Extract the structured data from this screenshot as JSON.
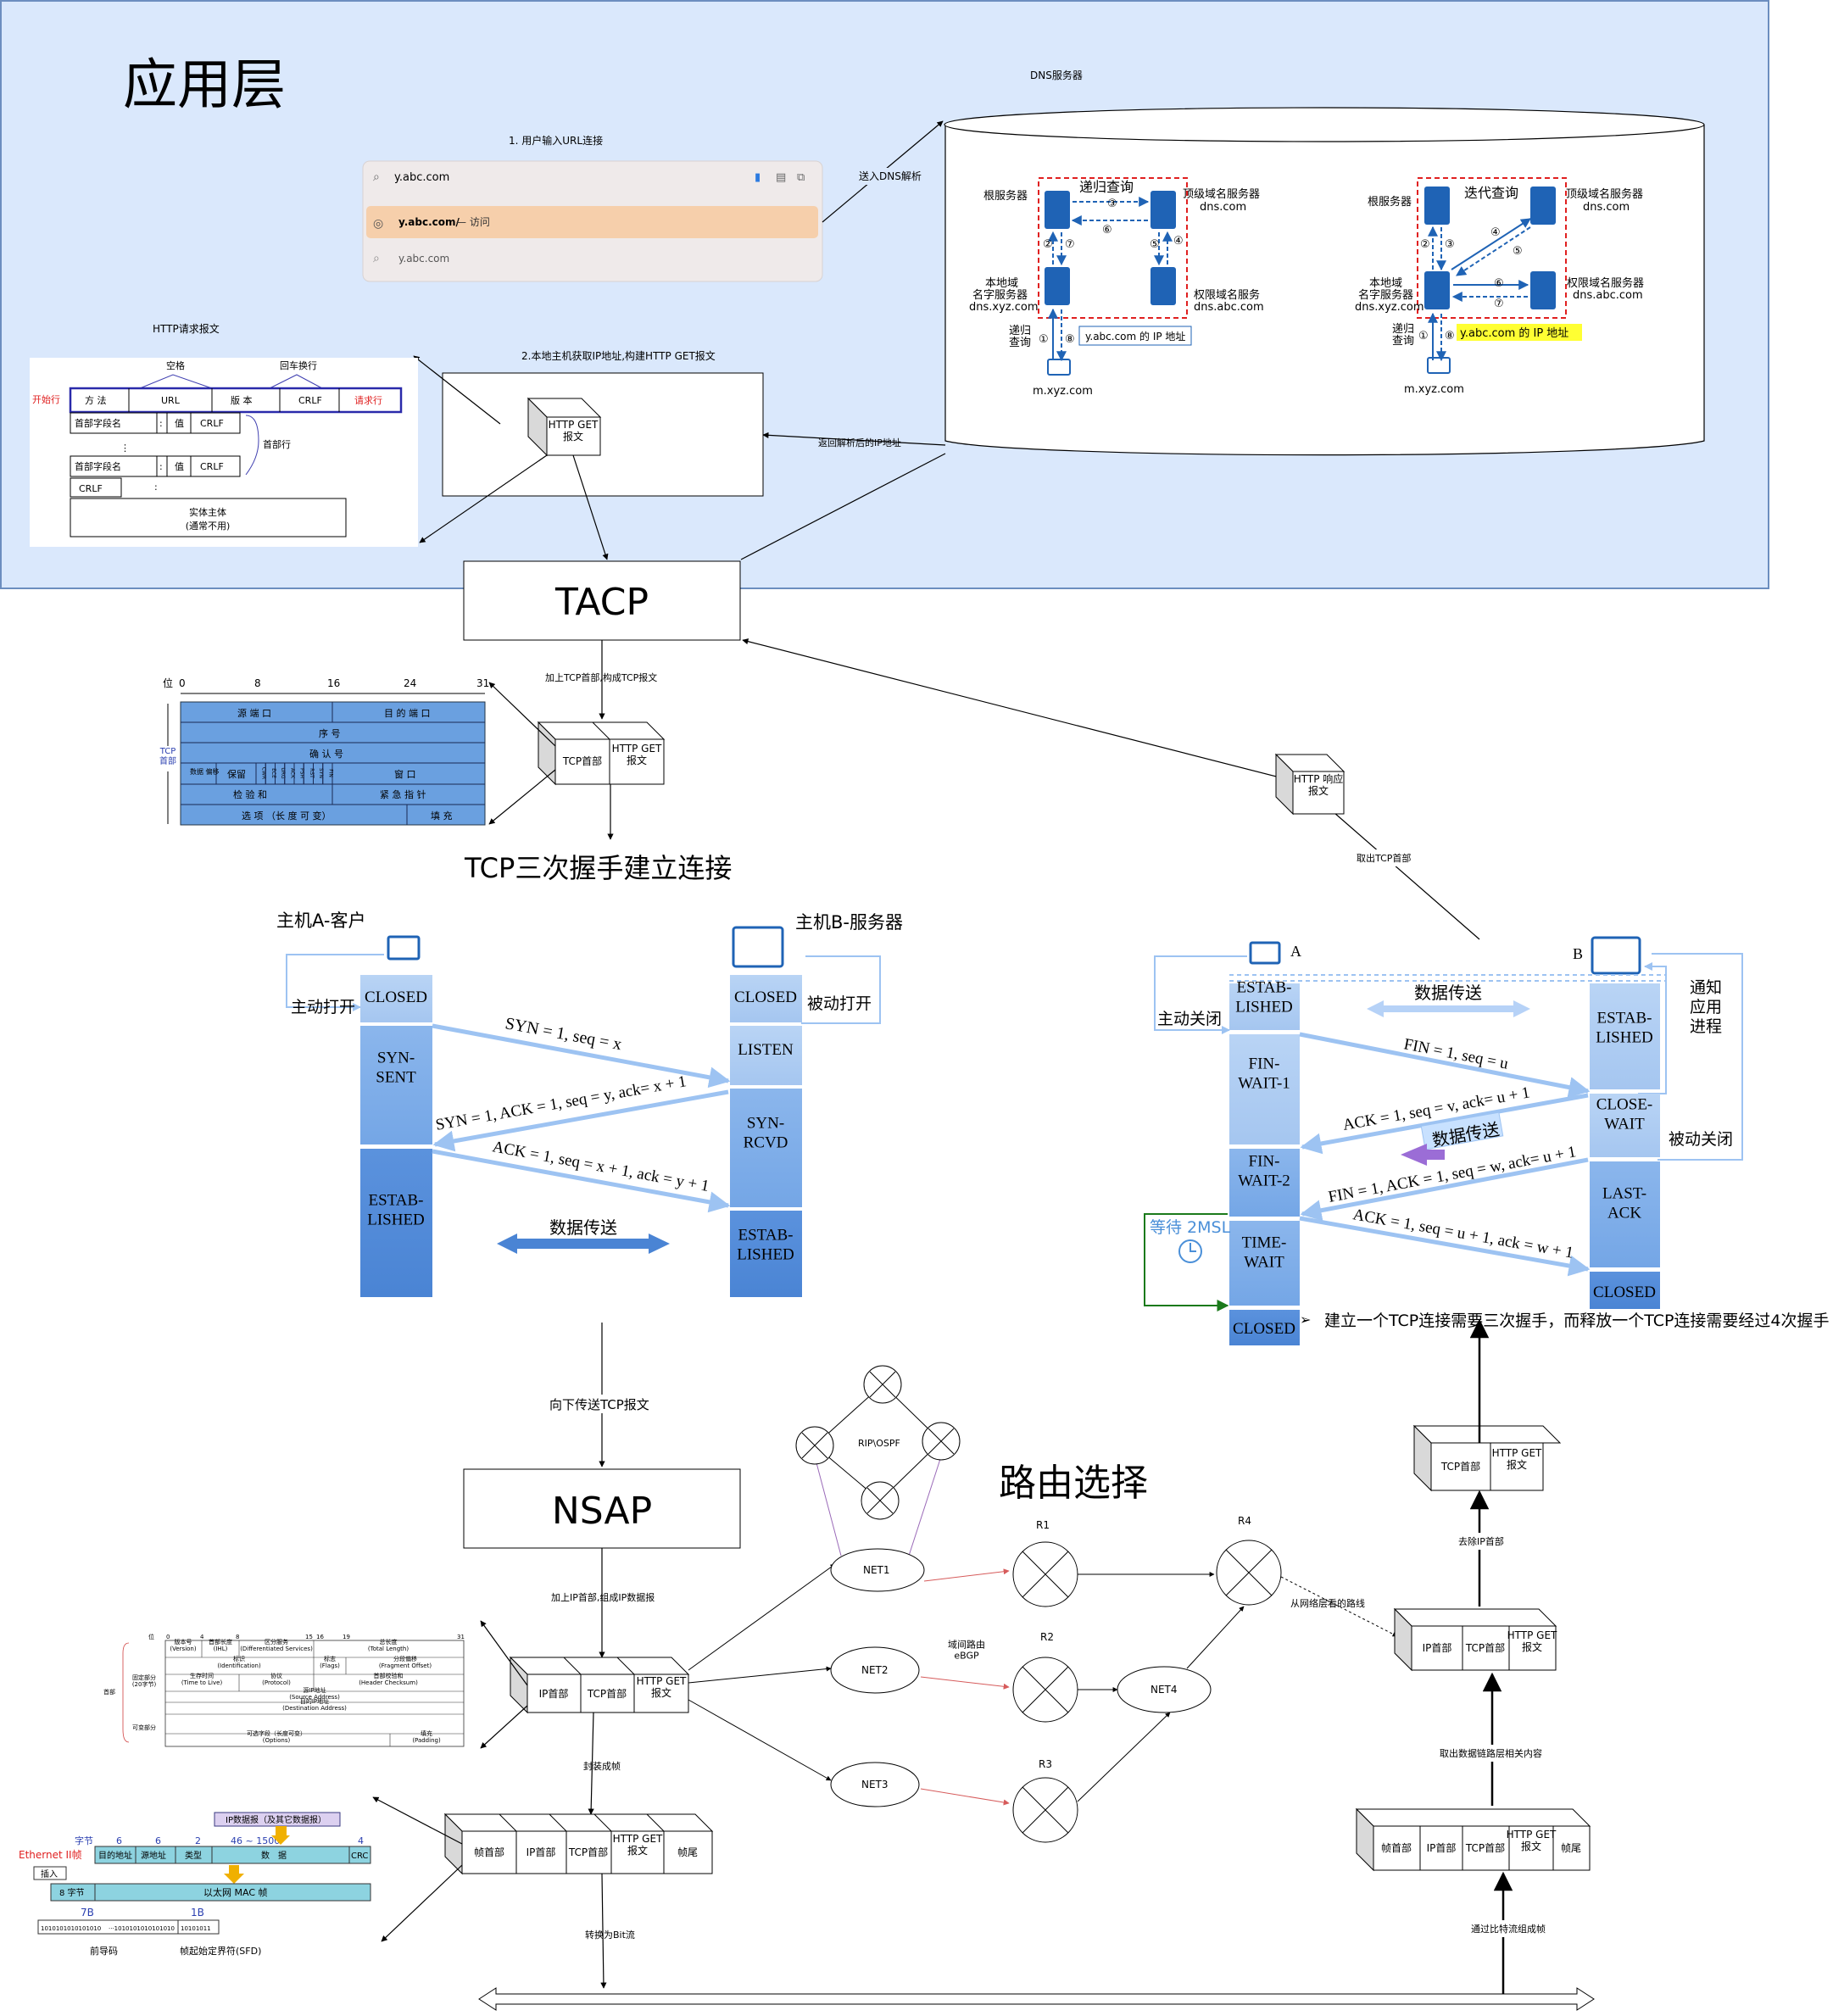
{
  "app_layer": {
    "title": "应用层",
    "dns_server_label": "DNS服务器",
    "step1": "1. 用户输入URL连接",
    "send_dns": "送入DNS解析",
    "return_ip": "返回解析后的IP地址",
    "step2": "2.本地主机获取IP地址,构建HTTP GET报文",
    "http_req_title": "HTTP请求报文"
  },
  "browser": {
    "url_input": "y.abc.com",
    "suggestion_primary_url": "y.abc.com/",
    "suggestion_primary_suffix": " — 访问",
    "suggestion_secondary": "y.abc.com"
  },
  "dns": {
    "recursive": {
      "title": "递归查询",
      "root": "根服务器",
      "tld_line1": "顶级域名服务器",
      "tld_line2": "dns.com",
      "local_line1": "本地域",
      "local_line2": "名字服务器",
      "local_line3": "dns.xyz.com",
      "auth_line1": "权限域名服务",
      "auth_line2": "dns.abc.com",
      "query_line1": "递归",
      "query_line2": "查询",
      "result": "y.abc.com 的 IP 地址",
      "host": "m.xyz.com",
      "steps": [
        "①",
        "②",
        "③",
        "④",
        "⑤",
        "⑥",
        "⑦",
        "⑧"
      ]
    },
    "iterative": {
      "title": "迭代查询",
      "root": "根服务器",
      "tld_line1": "顶级域名服务器",
      "tld_line2": "dns.com",
      "local_line1": "本地域",
      "local_line2": "名字服务器",
      "local_line3": "dns.xyz.com",
      "auth_line1": "权限域名服务器",
      "auth_line2": "dns.abc.com",
      "query_line1": "递归",
      "query_line2": "查询",
      "result": "y.abc.com 的 IP 地址",
      "host": "m.xyz.com",
      "steps": [
        "①",
        "②",
        "③",
        "④",
        "⑤",
        "⑥",
        "⑦",
        "⑧"
      ]
    }
  },
  "http_request_format": {
    "space": "空格",
    "crlf_top": "回车换行",
    "start_line": "开始行",
    "method": "方 法",
    "url": "URL",
    "version": "版 本",
    "crlf": "CRLF",
    "request_line": "请求行",
    "header_field": "首部字段名",
    "colon": ":",
    "value": "值",
    "dots": "⋮",
    "header_lines": "首部行",
    "body_line1": "实体主体",
    "body_line2": "(通常不用)"
  },
  "packets": {
    "http_get": "HTTP GET\n报文",
    "tcp_header": "TCP首部",
    "ip_header": "IP首部",
    "frame_header": "帧首部",
    "frame_tail": "帧尾",
    "http_response": "HTTP 响应\n报文"
  },
  "layers": {
    "tacp": "TACP",
    "nsap": "NSAP",
    "add_tcp": "加上TCP首部,构成TCP报文",
    "handshake_title": "TCP三次握手建立连接",
    "down_tcp": "向下传送TCP报文",
    "add_ip": "加上IP首部,组成IP数据报",
    "encap_frame": "封装成帧",
    "to_bits": "转换为Bit流",
    "remove_tcp": "取出TCP首部",
    "remove_ip": "去除IP首部",
    "remove_link": "取出数据链路层相关内容",
    "bits_to_frame": "通过比特流组成帧"
  },
  "tcp_header_fmt": {
    "bit": "位",
    "ticks": [
      "0",
      "8",
      "16",
      "24",
      "31"
    ],
    "side": "TCP\n首部",
    "src_port": "源 端 口",
    "dst_port": "目 的 端 口",
    "seq": "序 号",
    "ack": "确 认 号",
    "offset": "数据\n偏移",
    "reserved": "保留",
    "flags": [
      "CWR",
      "ECE",
      "URG",
      "ACK",
      "PSH",
      "RST",
      "SYN",
      "FIN"
    ],
    "window": "窗 口",
    "checksum": "检 验 和",
    "urgent": "紧 急 指 针",
    "options": "选 项 （长 度 可 变）",
    "padding": "填 充"
  },
  "handshake": {
    "host_a": "主机A-客户",
    "host_b": "主机B-服务器",
    "active_open": "主动打开",
    "passive_open": "被动打开",
    "a_states": [
      "CLOSED",
      "SYN-\nSENT",
      "ESTAB-\nLISHED"
    ],
    "b_states": [
      "CLOSED",
      "LISTEN",
      "SYN-\nRCVD",
      "ESTAB-\nLISHED"
    ],
    "msg1": "SYN = 1, seq = x",
    "msg2": "SYN = 1, ACK = 1, seq = y, ack= x + 1",
    "msg3": "ACK = 1, seq = x + 1, ack = y + 1",
    "data": "数据传送"
  },
  "teardown": {
    "a": "A",
    "b": "B",
    "active_close": "主动关闭",
    "passive_close": "被动关闭",
    "notify": "通知\n应用\n进程",
    "wait": "等待 2MSL",
    "a_states": [
      "ESTAB-\nLISHED",
      "FIN-\nWAIT-1",
      "FIN-\nWAIT-2",
      "TIME-\nWAIT",
      "CLOSED"
    ],
    "b_states": [
      "ESTAB-\nLISHED",
      "CLOSE-\nWAIT",
      "LAST-\nACK",
      "CLOSED"
    ],
    "data_top": "数据传送",
    "data_mid": "数据传送",
    "msg1": "FIN = 1, seq = u",
    "msg2": "ACK = 1, seq = v, ack= u + 1",
    "msg3": "FIN = 1, ACK = 1, seq = w, ack= u + 1",
    "msg4": "ACK = 1, seq = u + 1, ack = w + 1",
    "note": "建立一个TCP连接需要三次握手，而释放一个TCP连接需要经过4次握手"
  },
  "routing": {
    "title": "路由选择",
    "rip": "RIP\\OSPF",
    "nets": [
      "NET1",
      "NET2",
      "NET3",
      "NET4"
    ],
    "routers": [
      "R1",
      "R2",
      "R3",
      "R4"
    ],
    "ebgp": "域间路由\neBGP",
    "network_view": "从网络层看的路线"
  },
  "ip_header_fmt": {
    "rows": [
      [
        "版本号\n(Version)",
        "首部长度\n(IHL)",
        "区分服务\n(Differentiated Services)",
        "总长度\n(Total Length)"
      ],
      [
        "标识\n(Identification)",
        "标志\n(Flags)",
        "分段偏移\n(Fragment Offset)"
      ],
      [
        "生存时间\n(Time to Live)",
        "协议\n(Protocol)",
        "首部校验和\n(Header Checksum)"
      ],
      [
        "源IP地址\n(Source Address)"
      ],
      [
        "目的IP地址\n(Destination Address)"
      ],
      [
        "可选字段（长度可变）\n(Options)",
        "填充\n(Padding)"
      ]
    ],
    "ticks": [
      "位",
      "0",
      "4",
      "8",
      "15",
      "16",
      "19",
      "31"
    ],
    "fixed": "固定部分\n(20字节)",
    "variable": "可变部分",
    "header": "首部"
  },
  "ethernet": {
    "ip_datagram": "IP数据报（及其它数据报）",
    "frame": "Ethernet II帧",
    "bytes_label": "字节",
    "byte_sizes": [
      "6",
      "6",
      "2",
      "46 ~ 1500",
      "4"
    ],
    "fields": [
      "目的地址",
      "源地址",
      "类型",
      "数　据",
      "CRC"
    ],
    "insert": "插入",
    "preamble_bytes": "8 字节",
    "mac_frame": "以太网 MAC 帧",
    "b7": "7B",
    "b1": "1B",
    "bits1": "1010101010101010",
    "bits2": "···1010101010101010",
    "bits3": "10101011",
    "preamble": "前导码",
    "sfd": "帧起始定界符(SFD)"
  }
}
